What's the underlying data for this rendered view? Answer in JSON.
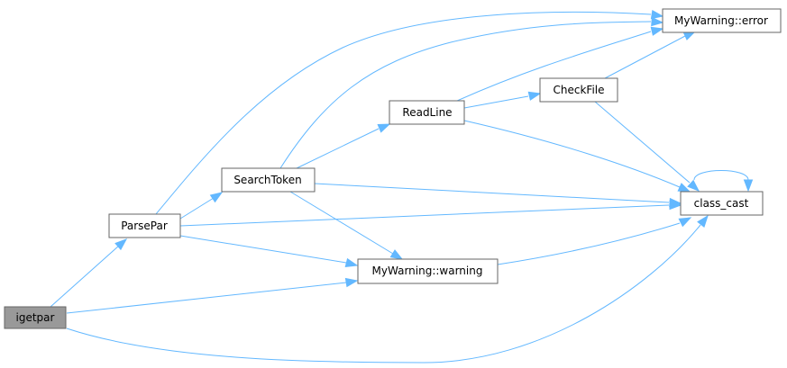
{
  "graph": {
    "nodes": {
      "igetpar": {
        "label": "igetpar",
        "fill": "#999999"
      },
      "parsepar": {
        "label": "ParsePar",
        "fill": "#ffffff"
      },
      "searchtoken": {
        "label": "SearchToken",
        "fill": "#ffffff"
      },
      "readline": {
        "label": "ReadLine",
        "fill": "#ffffff"
      },
      "checkfile": {
        "label": "CheckFile",
        "fill": "#ffffff"
      },
      "error": {
        "label": "MyWarning::error",
        "fill": "#ffffff"
      },
      "classcast": {
        "label": "class_cast",
        "fill": "#ffffff"
      },
      "warning": {
        "label": "MyWarning::warning",
        "fill": "#ffffff"
      }
    },
    "edges": [
      {
        "from": "igetpar",
        "to": "parsepar"
      },
      {
        "from": "igetpar",
        "to": "warning"
      },
      {
        "from": "igetpar",
        "to": "classcast"
      },
      {
        "from": "parsepar",
        "to": "searchtoken"
      },
      {
        "from": "parsepar",
        "to": "error"
      },
      {
        "from": "parsepar",
        "to": "classcast"
      },
      {
        "from": "parsepar",
        "to": "warning"
      },
      {
        "from": "searchtoken",
        "to": "readline"
      },
      {
        "from": "searchtoken",
        "to": "error"
      },
      {
        "from": "searchtoken",
        "to": "classcast"
      },
      {
        "from": "searchtoken",
        "to": "warning"
      },
      {
        "from": "readline",
        "to": "checkfile"
      },
      {
        "from": "readline",
        "to": "error"
      },
      {
        "from": "readline",
        "to": "classcast"
      },
      {
        "from": "checkfile",
        "to": "error"
      },
      {
        "from": "checkfile",
        "to": "classcast"
      },
      {
        "from": "classcast",
        "to": "classcast"
      },
      {
        "from": "warning",
        "to": "classcast"
      }
    ],
    "colors": {
      "edge": "#63b8ff",
      "node_border": "#666666",
      "highlight_node": "#999999"
    }
  }
}
